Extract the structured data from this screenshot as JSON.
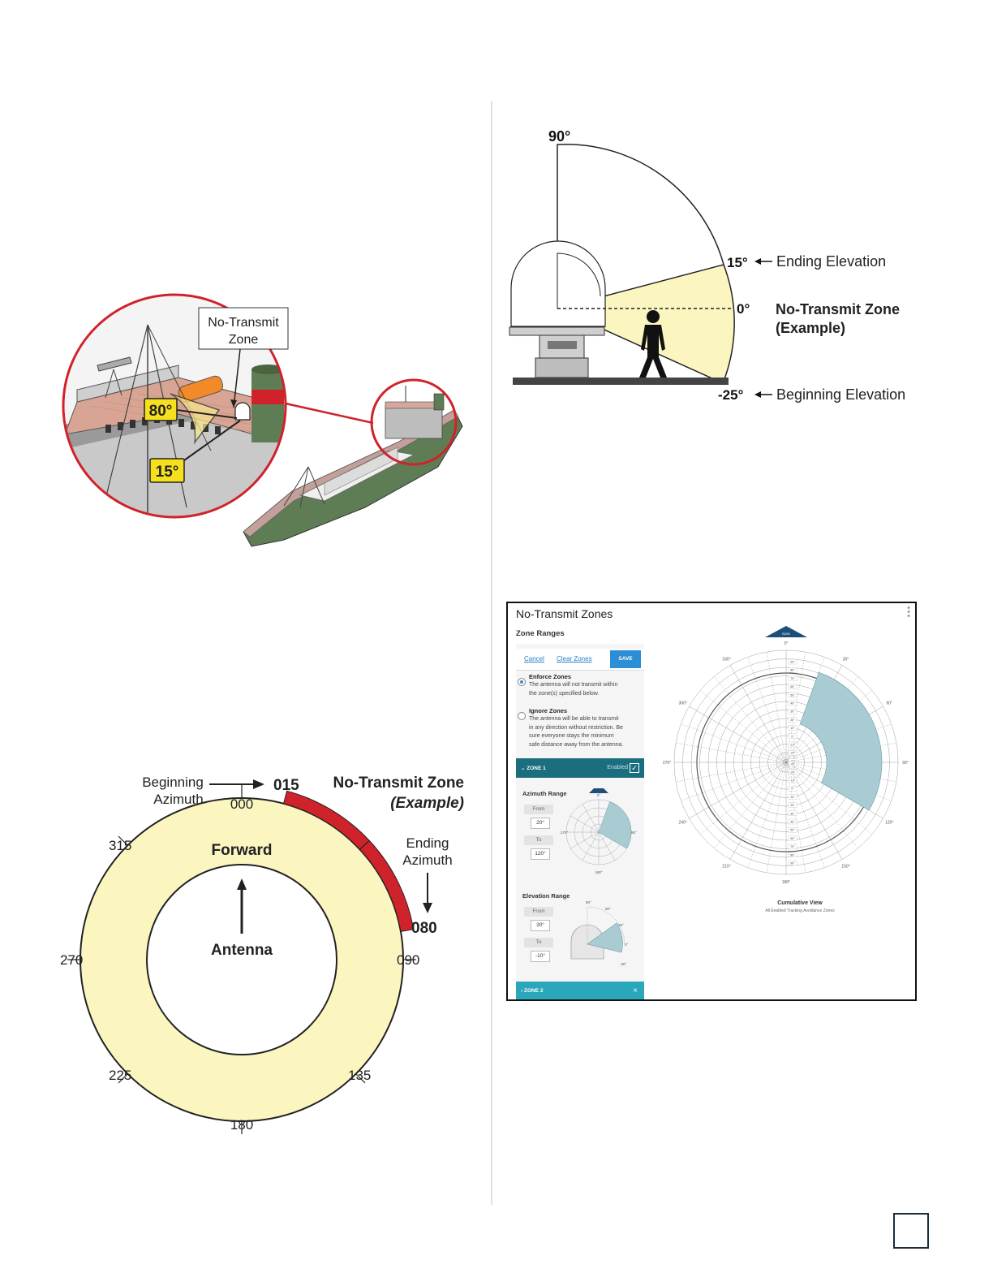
{
  "ship_figure": {
    "callout": [
      "No-Transmit",
      "Zone"
    ],
    "angle_high": "80°",
    "angle_low": "15°"
  },
  "elevation_figure": {
    "top_angle": "90°",
    "end_angle": "15°",
    "end_label": "Ending Elevation",
    "zero_angle": "0°",
    "zone_title": "No-Transmit Zone",
    "zone_example": "(Example)",
    "begin_angle": "-25°",
    "begin_label": "Beginning Elevation"
  },
  "azimuth_figure": {
    "begin_label": [
      "Beginning",
      "Azimuth"
    ],
    "begin_value": "015",
    "zone_title": "No-Transmit Zone",
    "zone_example": "(Example)",
    "end_label": [
      "Ending",
      "Azimuth"
    ],
    "end_value": "080",
    "forward": "Forward",
    "antenna": "Antenna",
    "ticks": [
      "000",
      "090",
      "135",
      "180",
      "225",
      "270",
      "315"
    ]
  },
  "app": {
    "title": "No-Transmit Zones",
    "section": "Zone Ranges",
    "cancel": "Cancel",
    "clear": "Clear Zones",
    "save": "SAVE",
    "enforce_title": "Enforce Zones",
    "enforce_desc": [
      "The antenna will not transmit within",
      "the zone(s) specified below."
    ],
    "ignore_title": "Ignore Zones",
    "ignore_desc": [
      "The antenna will be able to transmit",
      "in any direction without restriction. Be",
      "sure everyone stays the minimum",
      "safe distance away from the antenna."
    ],
    "zone1": "ZONE 1",
    "zone1_status": "Enabled",
    "az_title": "Azimuth Range",
    "from_label": "From",
    "to_label": "To",
    "az_from": "20°",
    "az_to": "120°",
    "el_title": "Elevation Range",
    "el_from": "30°",
    "el_to": "-10°",
    "zone2": "ZONE 2",
    "cumulative_title": "Cumulative View",
    "cumulative_sub": "All Enabled Tracking Avoidance Zones",
    "bow": "BOW",
    "mini_elev_labels": [
      "90°",
      "60°",
      "30°",
      "0°",
      "-30°"
    ],
    "azimuth_labels": [
      "0°",
      "30°",
      "60°",
      "90°",
      "120°",
      "150°",
      "180°",
      "210°",
      "240°",
      "270°",
      "300°",
      "330°"
    ],
    "polar_ring_labels": [
      "90°",
      "80°",
      "70°",
      "60°",
      "50°",
      "40°",
      "30°",
      "20°",
      "10°",
      "0°",
      "-10°",
      "-20°",
      "-30°"
    ]
  },
  "colors": {
    "zone_yellow": "#fbf6c0",
    "zone_red": "#d0222b",
    "teal": "#1b6e7e",
    "polar_fill": "#a9ccd3"
  }
}
